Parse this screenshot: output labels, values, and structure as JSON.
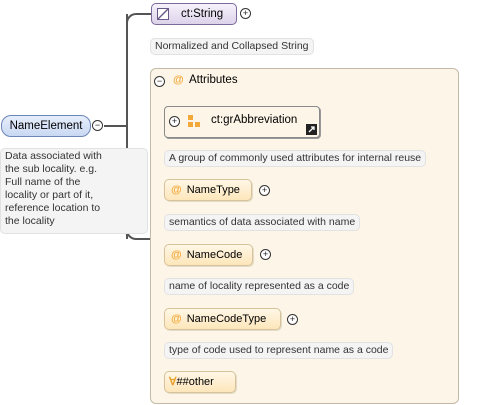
{
  "root": {
    "label": "NameElement",
    "doc": [
      "Data associated with",
      "the sub locality. e.g.",
      "Full name of the",
      "locality or part of it,",
      "reference location to",
      "the locality"
    ]
  },
  "type_node": {
    "label": "ct:String",
    "doc": "Normalized and Collapsed String"
  },
  "attributes": {
    "header": "Attributes",
    "group": {
      "label": "ct:grAbbreviation",
      "doc": "A group of commonly used attributes for internal reuse"
    },
    "items": [
      {
        "label": "NameType",
        "doc": "semantics of data associated with name"
      },
      {
        "label": "NameCode",
        "doc": "name of locality represented as a code"
      },
      {
        "label": "NameCodeType",
        "doc": "type of code used to represent name as a code"
      }
    ],
    "any": "##other"
  },
  "symbols": {
    "collapse": "−",
    "expand": "+",
    "at": "@",
    "any_prefix": "∀"
  },
  "colors": {
    "root_fill": "#c9d8f2",
    "attr_fill": "#fde6bb",
    "panel_fill": "#fdf6e8",
    "connector": "#555555"
  }
}
